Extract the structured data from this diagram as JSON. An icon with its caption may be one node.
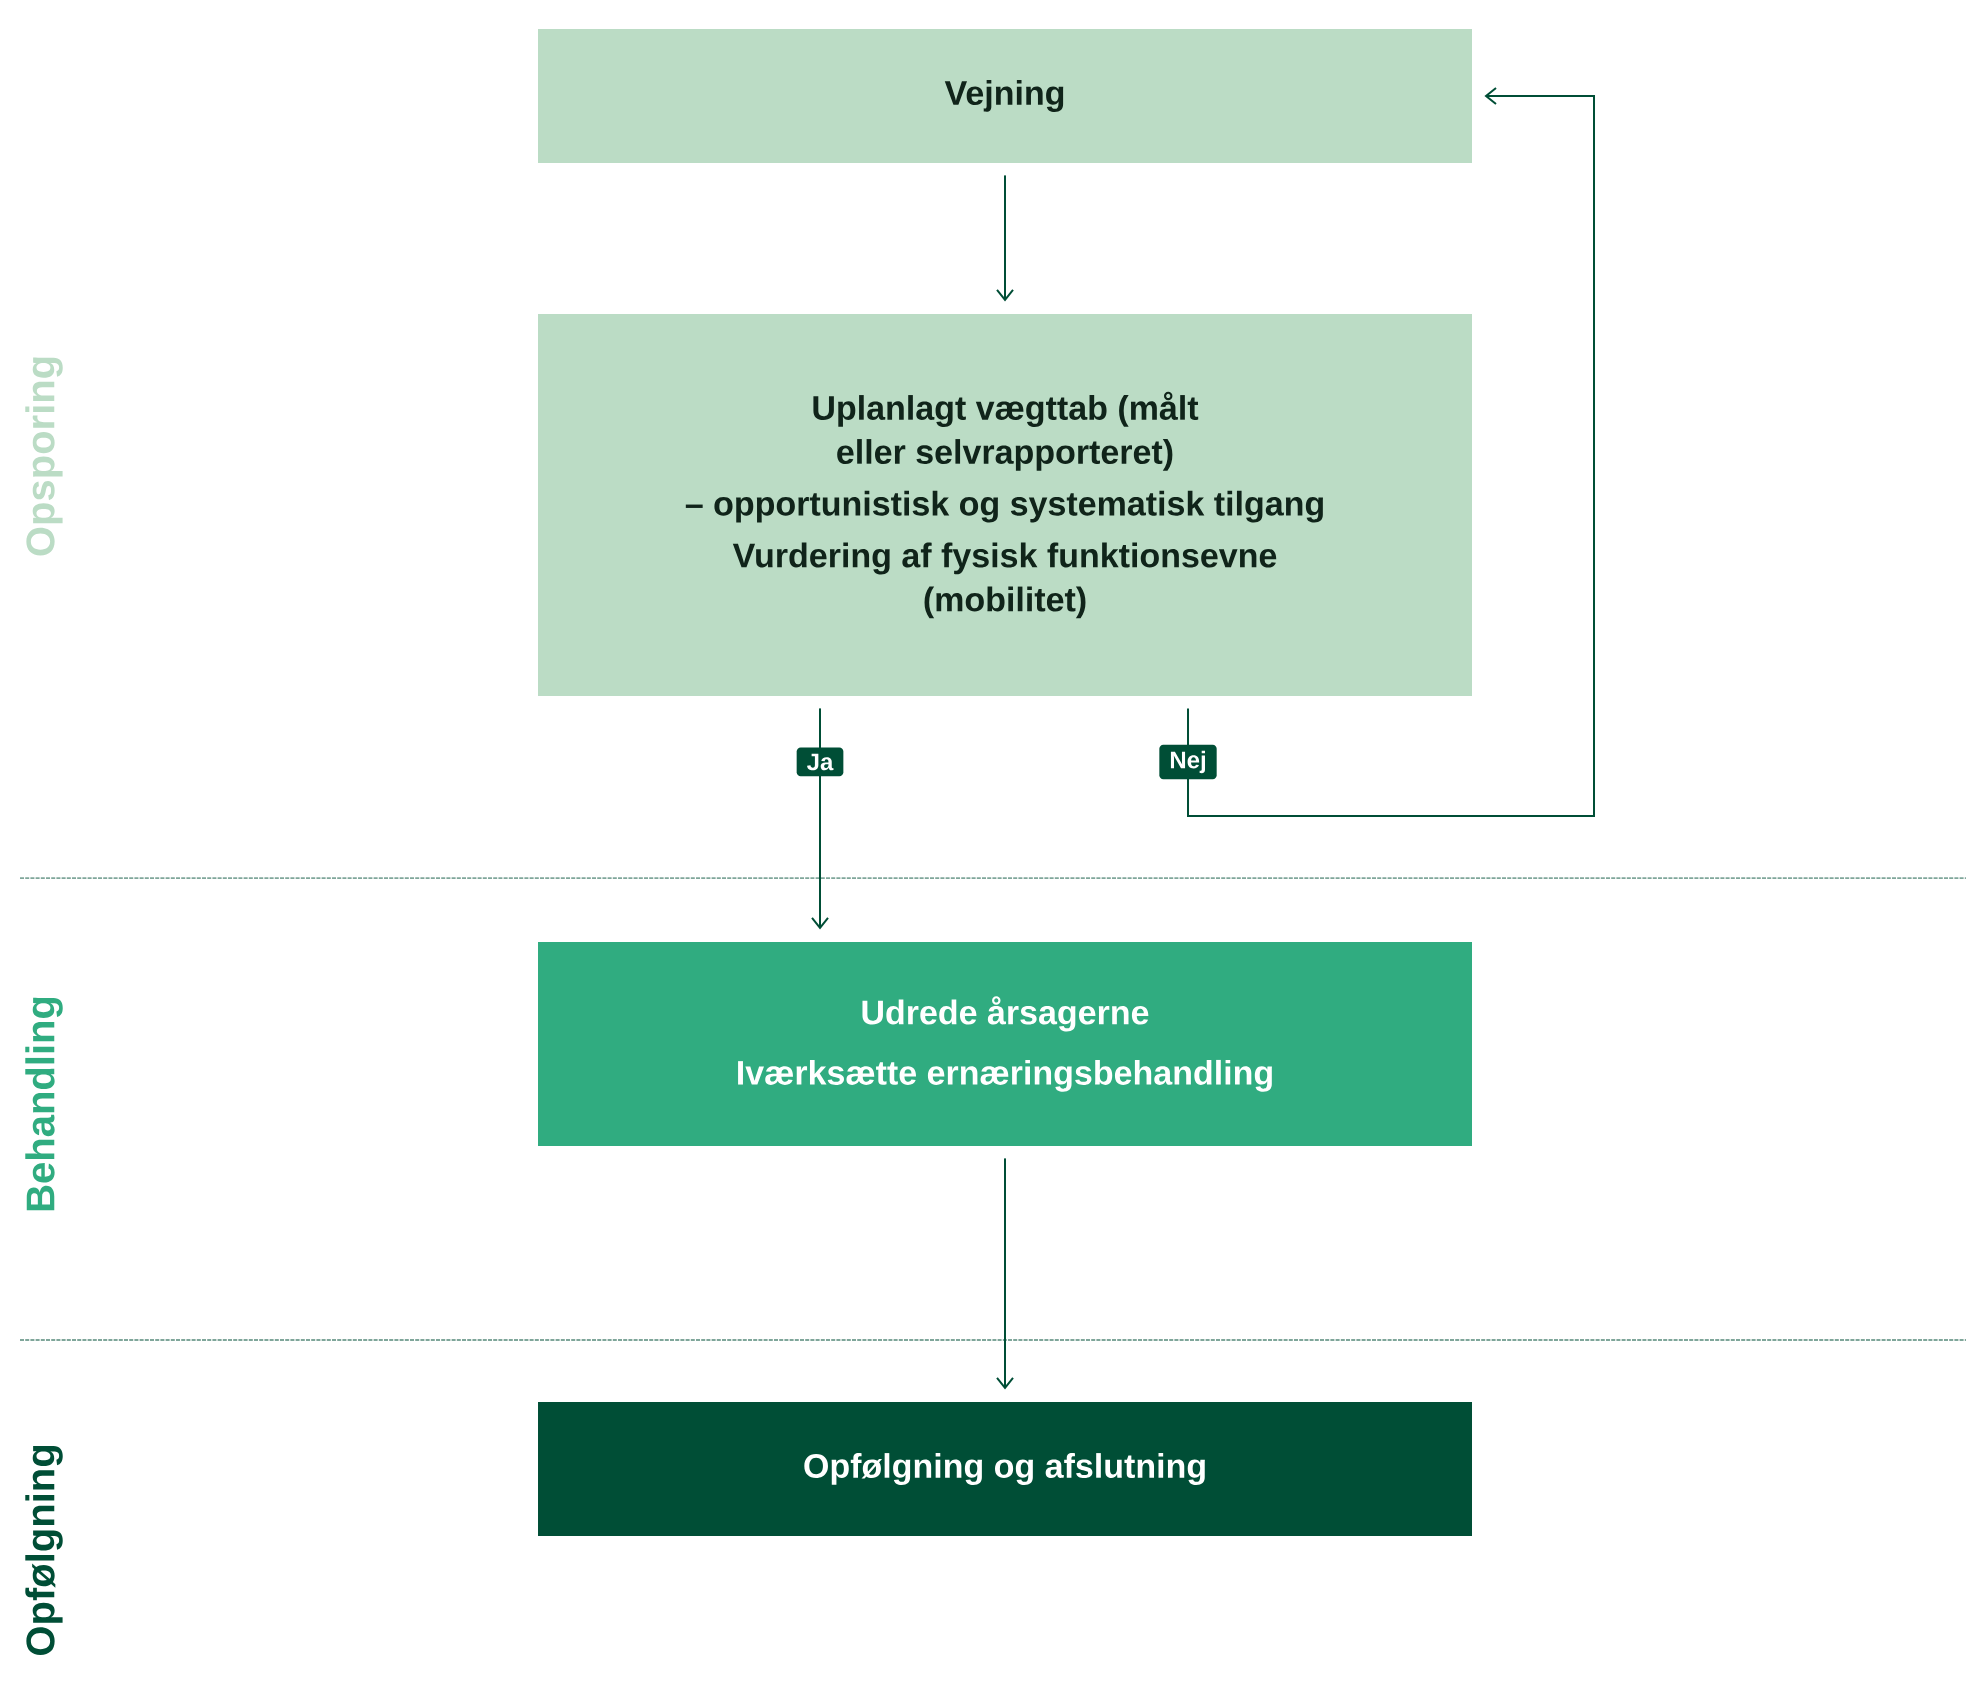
{
  "diagram": {
    "nodes": [
      {
        "text": [
          "Vejning"
        ]
      },
      {
        "text": [
          "Uplanlagt vægttab (målt eller selvrapporteret)",
          "– opportunistisk og systematisk tilgang",
          "Vurdering af fysisk funktionsevne (mobilitet)"
        ]
      },
      {
        "text": [
          "Udrede årsagerne",
          "Iværksætte ernæringsbehandling"
        ]
      },
      {
        "text": [
          "Opfølgning og afslutning"
        ]
      }
    ],
    "edges": [
      {
        "from": 0,
        "to": 1,
        "arrow": "to"
      },
      {
        "from": 1,
        "to": 2,
        "arrow": "to",
        "label": "Ja"
      },
      {
        "from": 1,
        "to": 0,
        "arrow": "to",
        "label": "Nej"
      },
      {
        "from": 2,
        "to": 3,
        "arrow": "to"
      }
    ],
    "labels": [
      "Opsporing",
      "Behandling",
      "Opfølgning"
    ]
  }
}
